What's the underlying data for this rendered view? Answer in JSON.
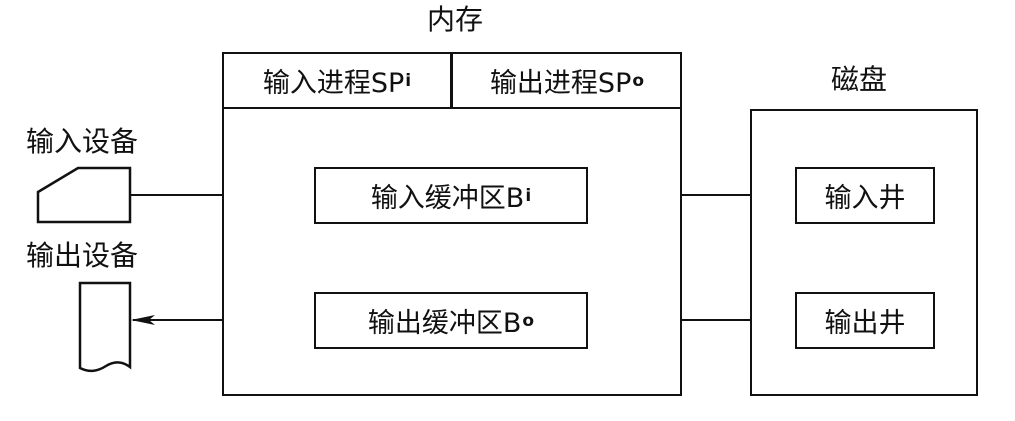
{
  "memory": {
    "title": "内存",
    "proc_in": {
      "text": "输入进程SP",
      "sub": "i"
    },
    "proc_out": {
      "text": "输出进程SP",
      "sub": "o"
    },
    "buf_in": {
      "text": "输入缓冲区B",
      "sub": "i"
    },
    "buf_out": {
      "text": "输出缓冲区B",
      "sub": "o"
    }
  },
  "disk": {
    "title": "磁盘",
    "well_in": "输入井",
    "well_out": "输出井"
  },
  "devices": {
    "input_label": "输入设备",
    "output_label": "输出设备"
  }
}
